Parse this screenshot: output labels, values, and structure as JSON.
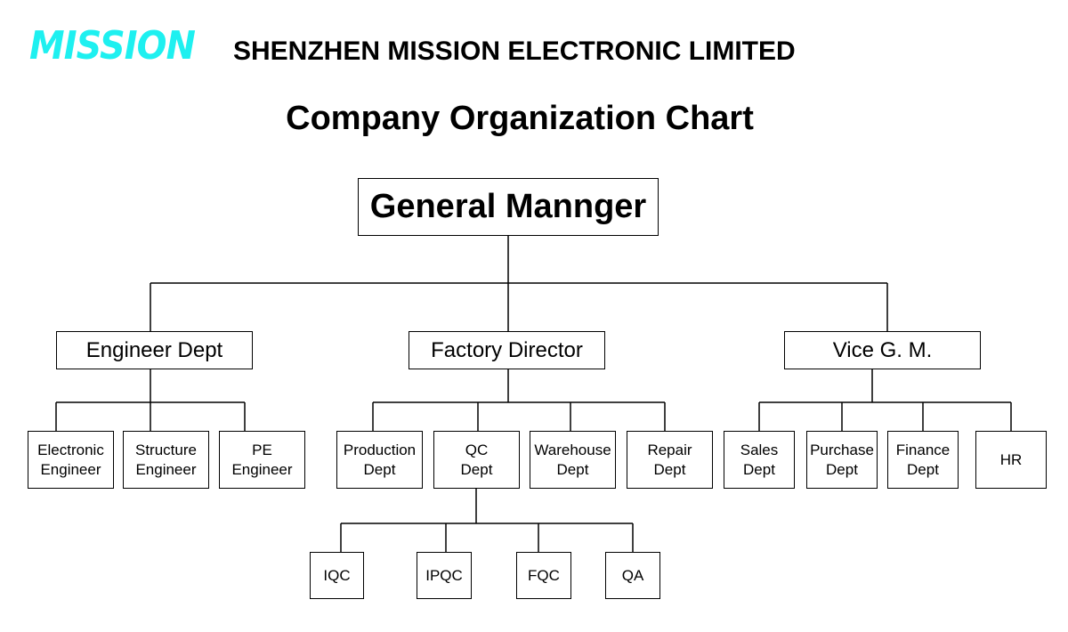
{
  "header": {
    "logo_text": "MISSION",
    "logo_color": "#1ef0f0",
    "company_name": "SHENZHEN MISSION ELECTRONIC LIMITED",
    "chart_title": "Company Organization Chart"
  },
  "org": {
    "top": "General Mannger",
    "engineer": {
      "label": "Engineer Dept",
      "children": [
        "Electronic\nEngineer",
        "Structure\nEngineer",
        "PE\nEngineer"
      ]
    },
    "factory": {
      "label": "Factory Director",
      "children": [
        "Production\nDept",
        "QC\nDept",
        "Warehouse\nDept",
        "Repair\nDept"
      ],
      "qc_children": [
        "IQC",
        "IPQC",
        "FQC",
        "QA"
      ]
    },
    "vice": {
      "label": "Vice G. M.",
      "children": [
        "Sales\nDept",
        "Purchase\nDept",
        "Finance\nDept",
        "HR"
      ]
    }
  }
}
